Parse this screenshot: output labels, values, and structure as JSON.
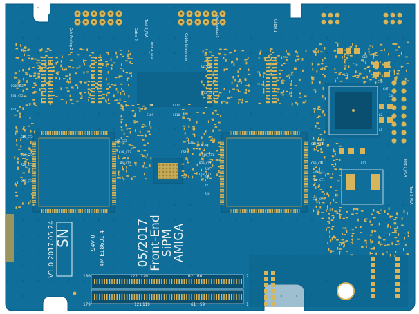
{
  "board": {
    "colors": {
      "soldermask": "#0f6f9a",
      "soldermask_dark": "#0b5f86",
      "soldermask_trace": "#1680ad",
      "copper_pad": "#d8b45a",
      "silkscreen": "#e9f1f4",
      "background": "#ffffff"
    },
    "title_lines": [
      "AMIGA",
      "SiPM",
      "Front-End",
      "05/2017"
    ],
    "serial": {
      "label": "SN",
      "version": "V1.0 2017.05.24",
      "part_id": "4M E18601 4",
      "mark": "94V-0"
    },
    "connector_labels": {
      "top_left": "180",
      "top_mid_left": "122",
      "top_mid_left2": "120",
      "top_mid_right": "62",
      "top_mid_right2": "60",
      "top_right": "2",
      "bottom_left": "179",
      "bottom_mid_left": "121",
      "bottom_mid_left2": "119",
      "bottom_mid_right": "61",
      "bottom_mid_right2": "59",
      "bottom_right": "1"
    },
    "header_labels": {
      "left_top": "Out Analog 2",
      "left_top2": "Cable 2",
      "mid_top": "Test 3_PLA",
      "mid_top2": "Test 4_PLA",
      "mid_top3": "Cable Integrator",
      "right_top": "Out Analog 1",
      "right_top2": "Cable 1",
      "far_right": "Test 1_PLA",
      "far_right2": "Test 2_PLA"
    },
    "small_labels": [
      "C59_CT2",
      "C60_CT2",
      "R28_CT2",
      "C45_CT2",
      "C58_CT2",
      "C69_CT1",
      "C60_CT1",
      "C59_CT1",
      "R26_CT1",
      "C55_CT1",
      "C48_CT2",
      "R6_CT2",
      "R30_CT1",
      "C68_CT1",
      "C19_CT1",
      "P33_CT1",
      "P35_CT1",
      "C108",
      "C111",
      "C110",
      "C109",
      "R26",
      "R25",
      "R27",
      "R28",
      "R39",
      "R38",
      "C64",
      "P33_CT2",
      "P34_CT2",
      "R11",
      "R12",
      "L1",
      "L2",
      "L3",
      "C18",
      "C19",
      "C20",
      "C47",
      "C48",
      "C49"
    ]
  }
}
